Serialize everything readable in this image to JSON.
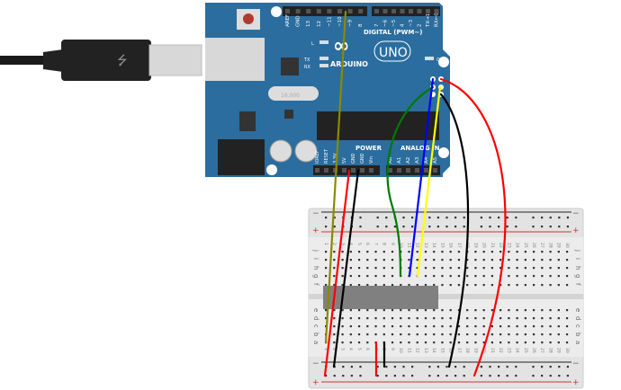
{
  "arduino": {
    "brand": "ARDUINO",
    "model": "UNO",
    "digital_label": "DIGITAL (PWM~)",
    "power_label": "POWER",
    "analog_label": "ANALOG IN",
    "led_labels": [
      "L",
      "TX",
      "RX",
      "ON"
    ],
    "crystal_label": "16.000",
    "digital_pins": [
      "AREF",
      "GND",
      "13",
      "12",
      "~11",
      "~10",
      "~9",
      "8",
      "7",
      "~6",
      "~5",
      "4",
      "~3",
      "2",
      "TX→1",
      "RX←0"
    ],
    "power_pins": [
      "IOREF",
      "RESET",
      "3.3V",
      "5V",
      "GND",
      "GND",
      "Vin"
    ],
    "analog_pins": [
      "A0",
      "A1",
      "A2",
      "A3",
      "A4",
      "A5"
    ],
    "board_color": "#2b6d9e"
  },
  "breadboard": {
    "row_labels_top": [
      "j",
      "i",
      "h",
      "g",
      "f"
    ],
    "row_labels_bottom": [
      "e",
      "d",
      "c",
      "b",
      "a"
    ],
    "columns": 30,
    "rail_minus": "−",
    "rail_plus": "+"
  },
  "wires": [
    {
      "name": "pin-10-to-a1",
      "color": "#8a8a00"
    },
    {
      "name": "5v-to-plus-rail",
      "color": "#ff0000"
    },
    {
      "name": "gnd-to-minus-rail",
      "color": "#000000"
    },
    {
      "name": "icsp-to-g10",
      "color": "#007a00"
    },
    {
      "name": "icsp-to-g11",
      "color": "#0000ff"
    },
    {
      "name": "icsp-to-g12",
      "color": "#ffff00"
    },
    {
      "name": "icsp-gnd-to-rail",
      "color": "#000000"
    },
    {
      "name": "icsp-vcc-to-rail",
      "color": "#ff0000"
    },
    {
      "name": "a7-to-plus-rail",
      "color": "#ff0000"
    },
    {
      "name": "a8-to-minus-rail",
      "color": "#000000"
    }
  ]
}
